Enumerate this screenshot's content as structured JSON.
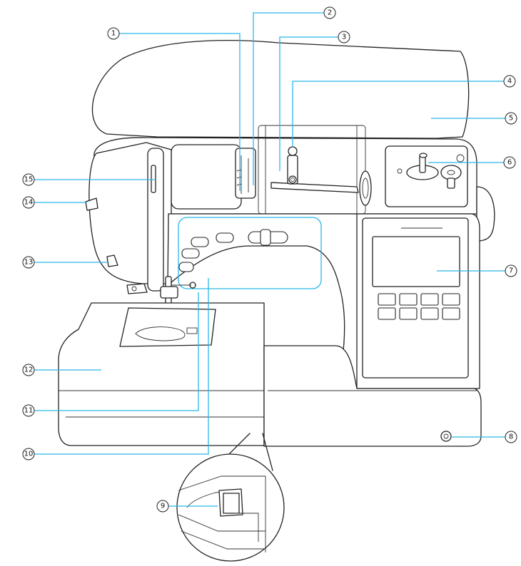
{
  "diagram": {
    "labels": [
      "1",
      "2",
      "3",
      "4",
      "5",
      "6",
      "7",
      "8",
      "9",
      "10",
      "11",
      "12",
      "13",
      "14",
      "15"
    ],
    "callout_color": "#29b6e8",
    "line_color": "#222222"
  }
}
